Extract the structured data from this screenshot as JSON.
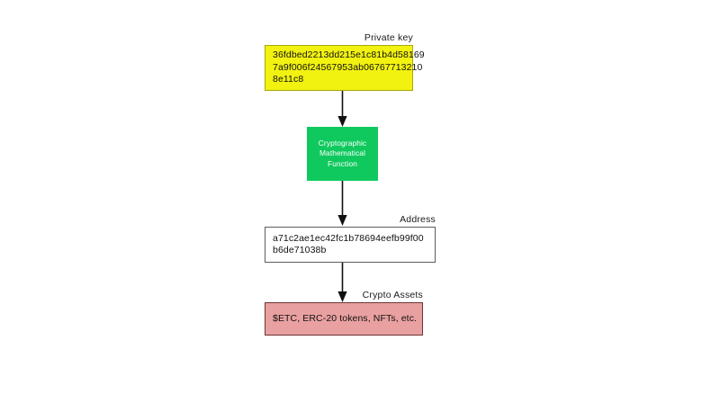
{
  "diagram": {
    "title": "",
    "colors": {
      "private_key_fill": "#f2f211",
      "private_key_border": "#a8a80d",
      "function_fill": "#10c95e",
      "function_text": "#ffffff",
      "address_fill": "#ffffff",
      "address_border": "#5c5c5c",
      "crypto_assets_fill": "#e9a0a0",
      "crypto_assets_border": "#6d3434",
      "arrow": "#111111",
      "background": "#ffffff"
    },
    "nodes": {
      "private_key": {
        "label": "Private key",
        "value_lines": [
          "36fdbed2213dd215e1c81b4d58169",
          "7a9f006f24567953ab06767713210",
          "8e11c8"
        ],
        "value": "36fdbed2213dd215e1c81b4d581697a9f006f24567953ab067677132108e11c8"
      },
      "function": {
        "label": "",
        "value_lines": [
          "Cryptographic",
          "Mathematical",
          "Function"
        ],
        "value": "Cryptographic Mathematical Function"
      },
      "address": {
        "label": "Address",
        "value_lines": [
          "a71c2ae1ec42fc1b78694eefb99f00",
          "b6de71038b"
        ],
        "value": "a71c2ae1ec42fc1b78694eefb99f00b6de71038b"
      },
      "crypto_assets": {
        "label": "Crypto Assets",
        "value_lines": [
          "$ETC, ERC-20 tokens, NFTs, etc."
        ],
        "value": "$ETC, ERC-20 tokens, NFTs, etc."
      }
    },
    "edges": [
      {
        "name": "private-key-to-function",
        "from": "private_key",
        "to": "function",
        "style": "solid-arrow"
      },
      {
        "name": "function-to-address",
        "from": "function",
        "to": "address",
        "style": "solid-arrow"
      },
      {
        "name": "address-to-crypto-assets",
        "from": "address",
        "to": "crypto_assets",
        "style": "solid-arrow"
      }
    ]
  }
}
